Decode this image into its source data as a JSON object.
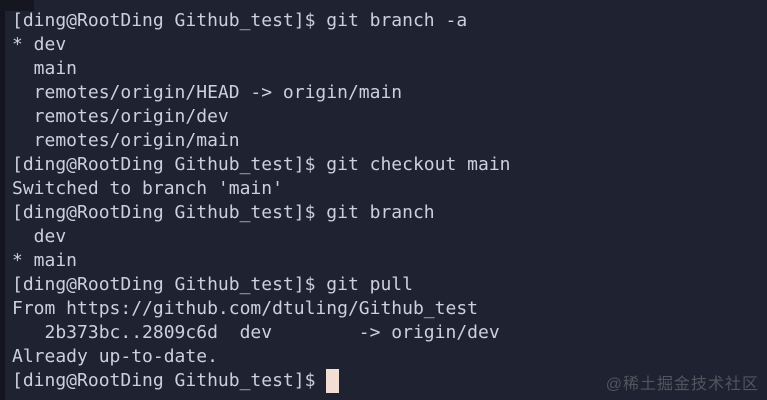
{
  "terminal": {
    "colors": {
      "background": "#1f2231",
      "text": "#ccd0dd",
      "cursor": "#f3ded3",
      "left_edge": "#13141e"
    },
    "lines": [
      "[ding@RootDing Github_test]$ git branch -a",
      "* dev",
      "  main",
      "  remotes/origin/HEAD -> origin/main",
      "  remotes/origin/dev",
      "  remotes/origin/main",
      "[ding@RootDing Github_test]$ git checkout main",
      "Switched to branch 'main'",
      "[ding@RootDing Github_test]$ git branch",
      "  dev",
      "* main",
      "[ding@RootDing Github_test]$ git pull",
      "From https://github.com/dtuling/Github_test",
      "   2b373bc..2809c6d  dev        -> origin/dev",
      "Already up-to-date."
    ],
    "prompt_line": "[ding@RootDing Github_test]$ "
  },
  "watermark": {
    "text": "@稀土掘金技术社区"
  }
}
